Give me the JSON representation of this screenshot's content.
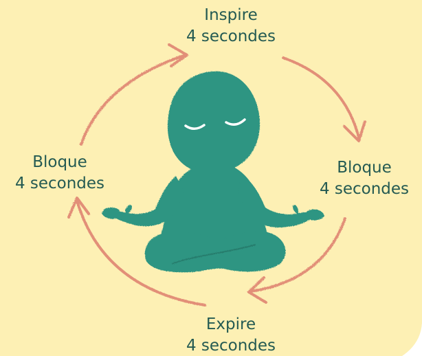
{
  "diagram": {
    "steps": [
      {
        "id": "top",
        "action": "Inspire",
        "duration": "4 secondes"
      },
      {
        "id": "right",
        "action": "Bloque",
        "duration": "4 secondes"
      },
      {
        "id": "bottom",
        "action": "Expire",
        "duration": "4 secondes"
      },
      {
        "id": "left",
        "action": "Bloque",
        "duration": "4 secondes"
      }
    ],
    "colors": {
      "background": "#fdf0b4",
      "figure": "#2f9582",
      "arrows": "#de7f6e",
      "text": "#245a52",
      "eyes": "#ffffff"
    },
    "figure": "meditating-person",
    "cycle_direction": "clockwise"
  }
}
